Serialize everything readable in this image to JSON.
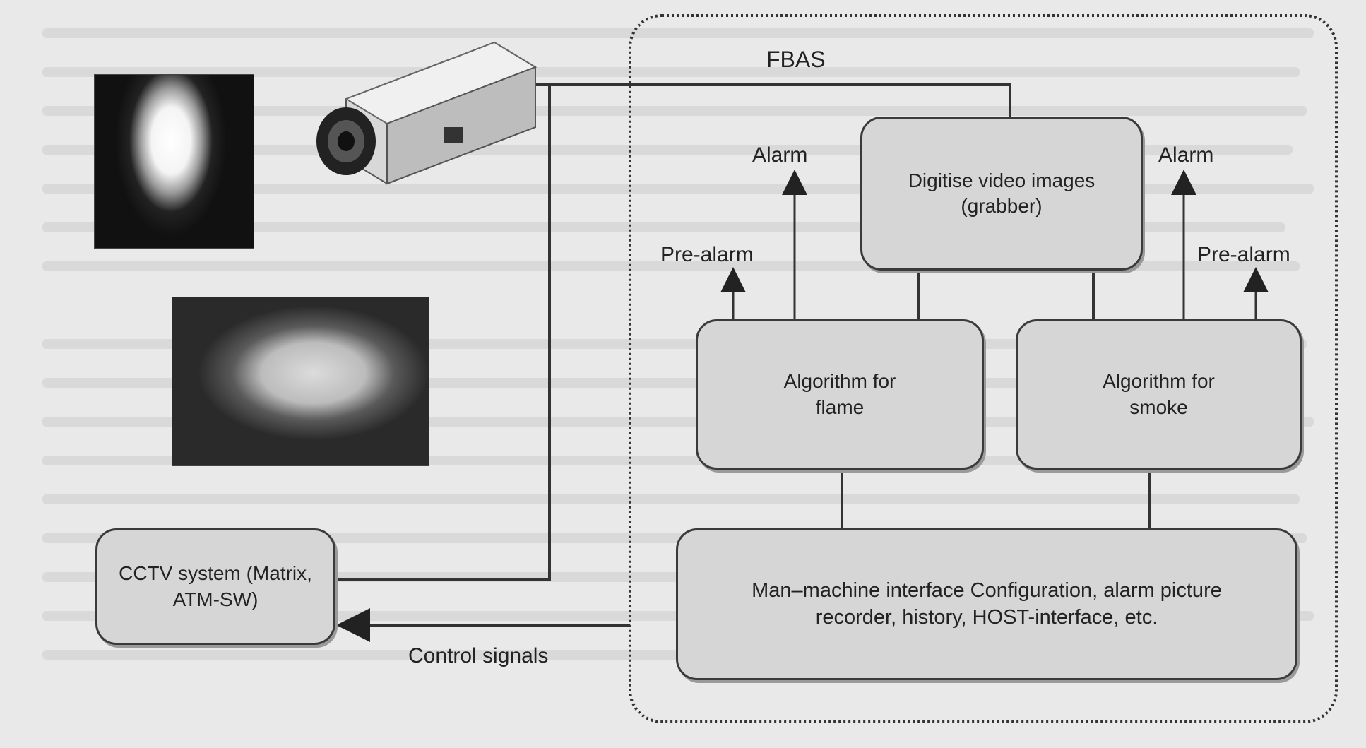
{
  "fbas_label": "FBAS",
  "boxes": {
    "grabber": "Digitise video images (grabber)",
    "flame": "Algorithm for flame",
    "smoke": "Algorithm for smoke",
    "mmi": "Man–machine interface Configuration, alarm picture recorder, history, HOST-interface, etc.",
    "cctv": "CCTV system (Matrix, ATM-SW)"
  },
  "labels": {
    "alarm_left": "Alarm",
    "alarm_right": "Alarm",
    "prealarm_left": "Pre-alarm",
    "prealarm_right": "Pre-alarm",
    "control_signals": "Control signals"
  }
}
